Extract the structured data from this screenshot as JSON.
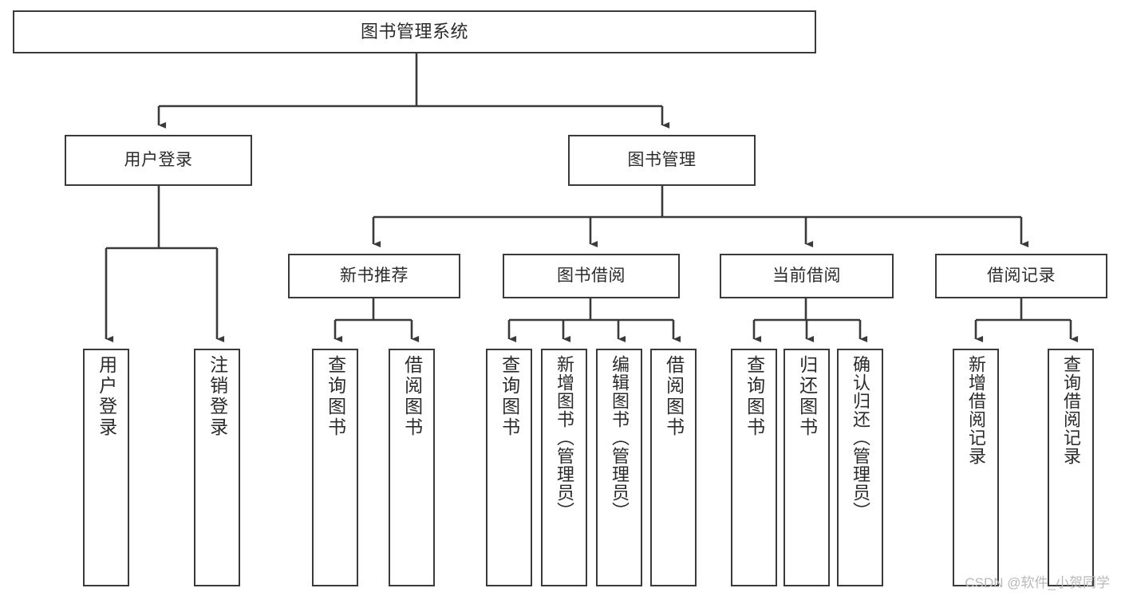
{
  "diagram": {
    "type": "tree-hierarchy",
    "title": "图书管理系统",
    "orientation": "top-down",
    "colors": {
      "box_border": "#3a3a3a",
      "box_fill": "#ffffff",
      "connector": "#3a3a3a",
      "text": "#2b2b2b",
      "watermark": "#b9b9b9"
    },
    "root": {
      "label": "图书管理系统"
    },
    "level2": [
      {
        "label": "用户登录"
      },
      {
        "label": "图书管理"
      }
    ],
    "level3": [
      {
        "label": "新书推荐"
      },
      {
        "label": "图书借阅"
      },
      {
        "label": "当前借阅"
      },
      {
        "label": "借阅记录"
      }
    ],
    "leaves": {
      "user_login": [
        {
          "label": "用户登录"
        },
        {
          "label": "注销登录"
        }
      ],
      "new_book_recommend": [
        {
          "label": "查询图书"
        },
        {
          "label": "借阅图书"
        }
      ],
      "book_borrow": [
        {
          "label": "查询图书"
        },
        {
          "label": "新增图书（管理员）"
        },
        {
          "label": "编辑图书（管理员）"
        },
        {
          "label": "借阅图书"
        }
      ],
      "current_borrow": [
        {
          "label": "查询图书"
        },
        {
          "label": "归还图书"
        },
        {
          "label": "确认归还（管理员）"
        }
      ],
      "borrow_record": [
        {
          "label": "新增借阅记录"
        },
        {
          "label": "查询借阅记录"
        }
      ]
    },
    "watermark": "CSDN @软件_小贺同学"
  }
}
